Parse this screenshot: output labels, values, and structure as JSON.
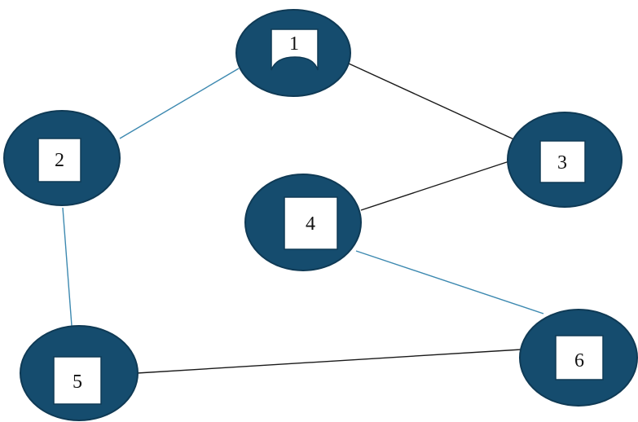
{
  "colors": {
    "node_fill": "#154c6e",
    "node_box": "#ffffff",
    "edge_dark": "#1a1a1a",
    "edge_blue": "#3d89b0"
  },
  "nodes": [
    {
      "id": "1",
      "label": "1"
    },
    {
      "id": "2",
      "label": "2"
    },
    {
      "id": "3",
      "label": "3"
    },
    {
      "id": "4",
      "label": "4"
    },
    {
      "id": "5",
      "label": "5"
    },
    {
      "id": "6",
      "label": "6"
    }
  ],
  "edges": [
    {
      "from": "1",
      "to": "2",
      "color": "blue"
    },
    {
      "from": "1",
      "to": "3",
      "color": "dark"
    },
    {
      "from": "3",
      "to": "4",
      "color": "dark"
    },
    {
      "from": "2",
      "to": "5",
      "color": "blue"
    },
    {
      "from": "4",
      "to": "6",
      "color": "blue"
    },
    {
      "from": "5",
      "to": "6",
      "color": "dark"
    }
  ]
}
